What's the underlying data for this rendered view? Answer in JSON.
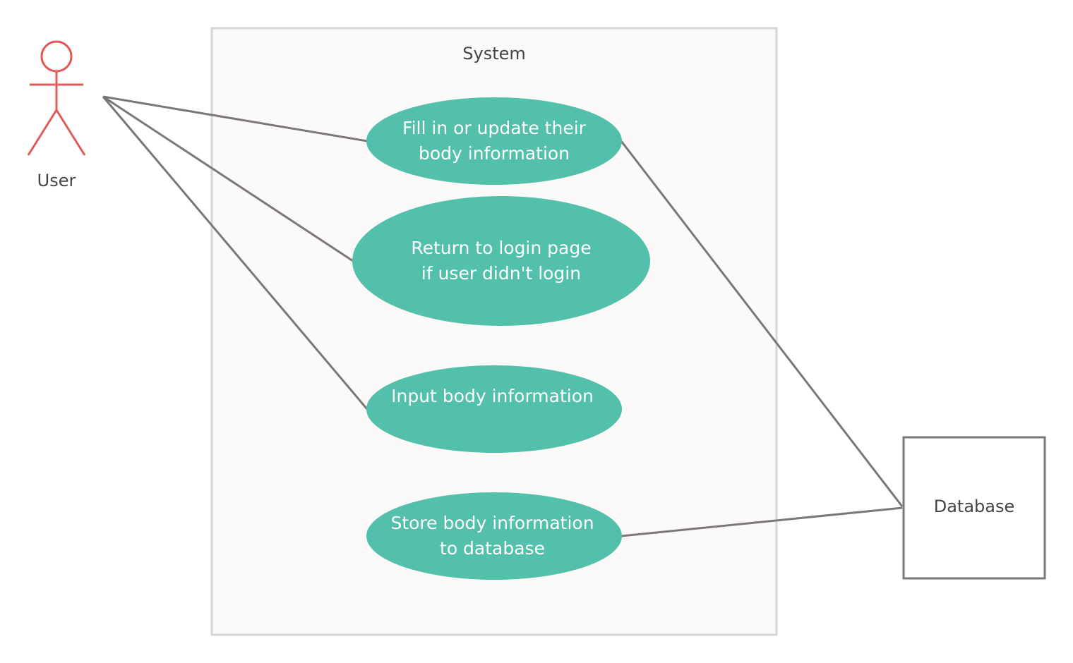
{
  "system": {
    "title": "System"
  },
  "actor": {
    "label": "User",
    "color": "#e05a5a"
  },
  "database": {
    "label": "Database"
  },
  "use_cases": [
    {
      "line1": "Fill in or update their",
      "line2": "body information"
    },
    {
      "line1": "Return to login page",
      "line2": "if user didn't login"
    },
    {
      "line1": "Input body information",
      "line2": ""
    },
    {
      "line1": "Store body information",
      "line2": "to database"
    }
  ],
  "colors": {
    "use_case_fill": "#52c0aa",
    "connector": "#7a7776",
    "system_border": "#d5d5d5",
    "system_fill": "#fbfaf9"
  }
}
